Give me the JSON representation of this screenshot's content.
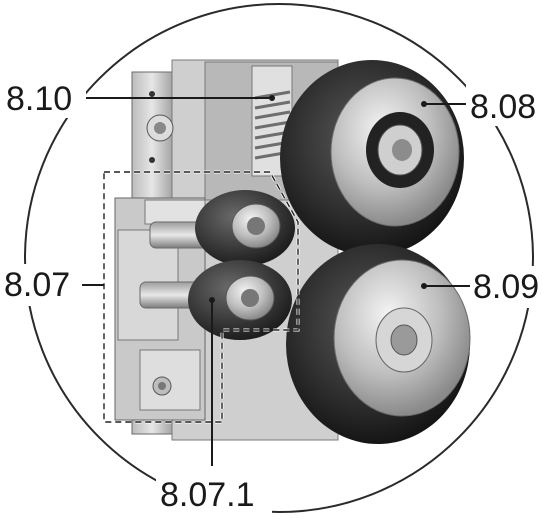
{
  "callouts": {
    "spring": "8.10",
    "upper_wheel": "8.08",
    "lower_wheel": "8.09",
    "guide_assembly": "8.07",
    "guide_roller": "8.07.1"
  },
  "colors": {
    "background": "#ffffff",
    "outline": "#222222",
    "metal_light": "#d9d9d9",
    "metal_mid": "#9a9a9a",
    "metal_dark": "#4a4a4a",
    "tire": "#2a2a2a"
  }
}
